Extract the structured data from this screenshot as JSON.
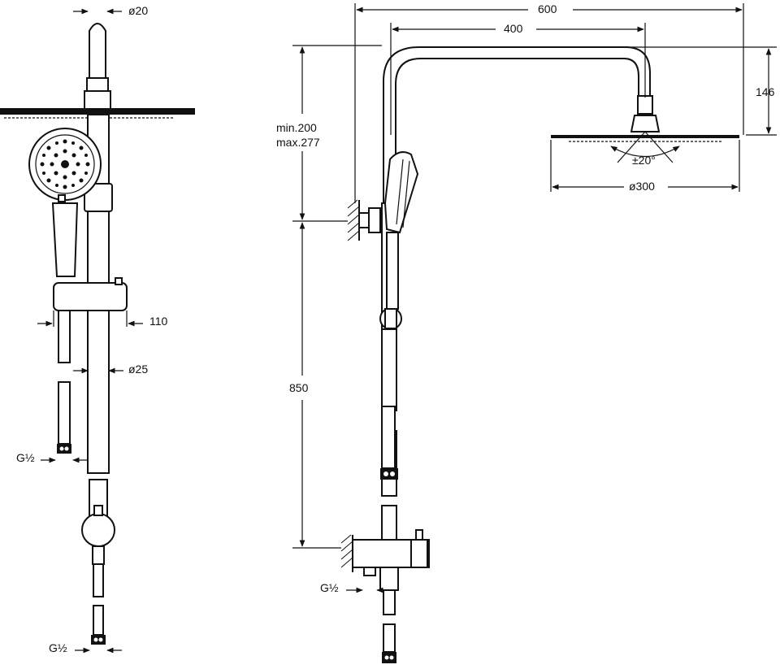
{
  "dimensions": {
    "top_pipe_diameter": "ø20",
    "hand_shower_offset": "110",
    "riser_diameter": "ø25",
    "left_thread_1": "G½",
    "left_thread_2": "G½",
    "overall_width": "600",
    "arm_width": "400",
    "head_height": "146",
    "arm_min": "min.200",
    "arm_max": "max.277",
    "tilt_angle": "±20°",
    "head_diameter": "ø300",
    "riser_height": "850",
    "right_thread": "G½"
  }
}
